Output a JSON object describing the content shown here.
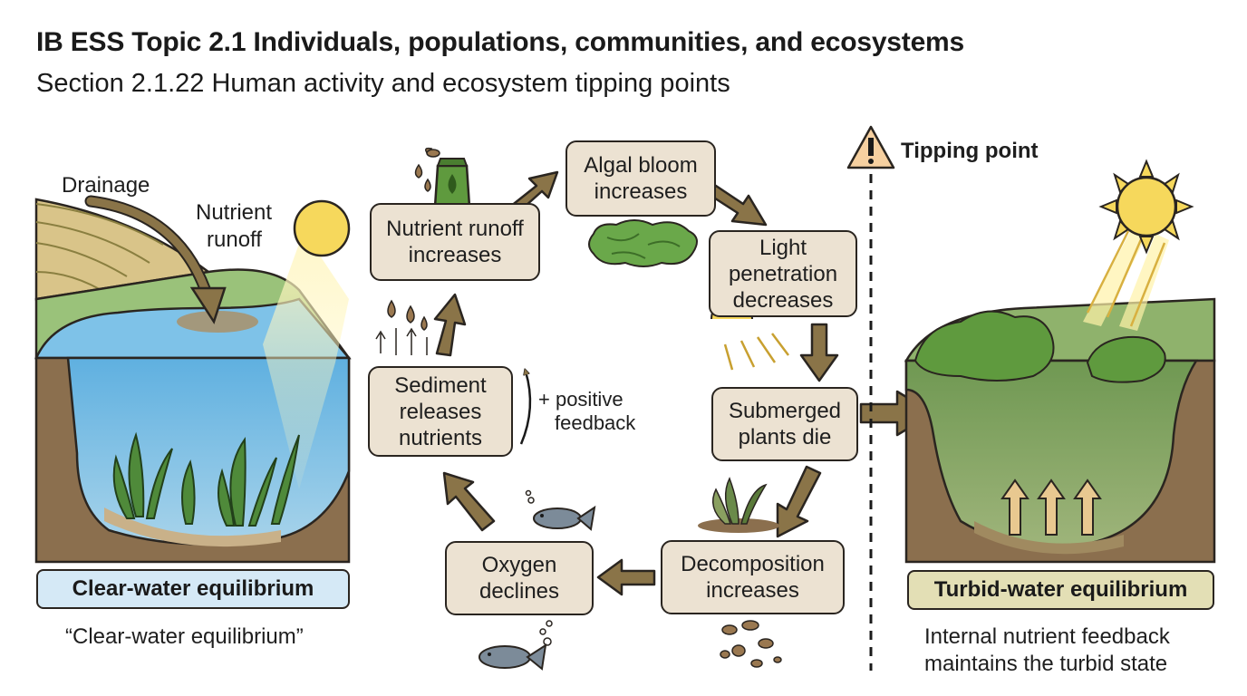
{
  "header": {
    "title": "IB ESS Topic 2.1 Individuals, populations, communities, and ecosystems",
    "subtitle": "Section 2.1.22 Human activity and ecosystem tipping points"
  },
  "left_panel": {
    "drainage": "Drainage",
    "nutrient_runoff_1": "Nutrient",
    "nutrient_runoff_2": "runoff",
    "state_label": "Clear-water equilibrium",
    "caption": "“Clear-water equilibrium”"
  },
  "cycle": {
    "nutrient_runoff": "Nutrient runoff increases",
    "algal_bloom": "Algal bloom increases",
    "light": "Light penetration decreases",
    "plants_die": "Submerged plants die",
    "decomposition": "Decomposition increases",
    "oxygen": "Oxygen declines",
    "sediment": "Sediment releases nutrients",
    "feedback_1": "+ positive",
    "feedback_2": "feedback"
  },
  "tipping": {
    "label": "Tipping point"
  },
  "right_panel": {
    "state_label": "Turbid-water equilibrium",
    "caption_1": "Internal nutrient feedback",
    "caption_2": "maintains the turbid state"
  },
  "colors": {
    "box_fill": "#ece2d2",
    "arrow": "#8a7448",
    "clear_label": "#d5e9f6",
    "turbid_label": "#e3dfb5",
    "water_clear": "#68b3e0",
    "water_turbid": "#7a9e5a"
  },
  "icons": [
    "sun-icon",
    "fertilizer-bag-icon",
    "fish-icon",
    "warning-icon",
    "algae-icon",
    "seagrass-icon"
  ]
}
